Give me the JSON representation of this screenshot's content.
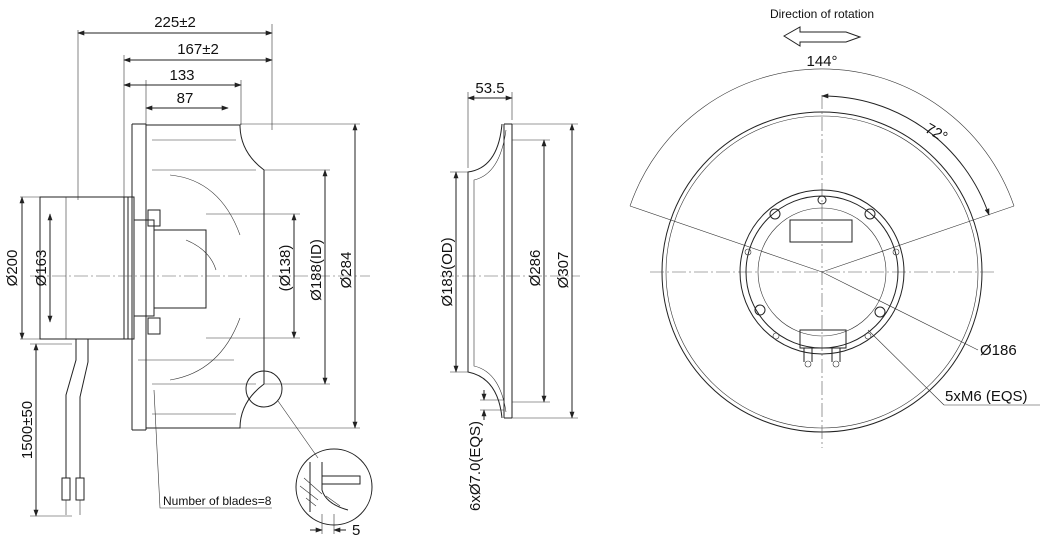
{
  "rotation_label": "Direction of rotation",
  "side_view": {
    "dim_overall_width": "225±2",
    "dim_wheel_width": "167±2",
    "dim_inlet_width": "133",
    "dim_motor_width": "87",
    "dim_motor_dia": "Ø200",
    "dim_flange_dia": "Ø163",
    "dim_hub_dia": "(Ø138)",
    "dim_inner_dia": "Ø188(ID)",
    "dim_outer_dia": "Ø284",
    "dim_cable_length": "1500±50",
    "blade_note": "Number of blades=8",
    "detail_dim": "5"
  },
  "ring_view": {
    "dim_depth": "53.5",
    "dim_outer": "Ø183(OD)",
    "dim_mid": "Ø286",
    "dim_max": "Ø307",
    "dim_holes": "6xØ7.0(EQS)"
  },
  "front_view": {
    "angle_large": "144°",
    "angle_small": "72°",
    "dim_bolt_circle": "Ø186",
    "dim_threads": "5xM6 (EQS)"
  }
}
